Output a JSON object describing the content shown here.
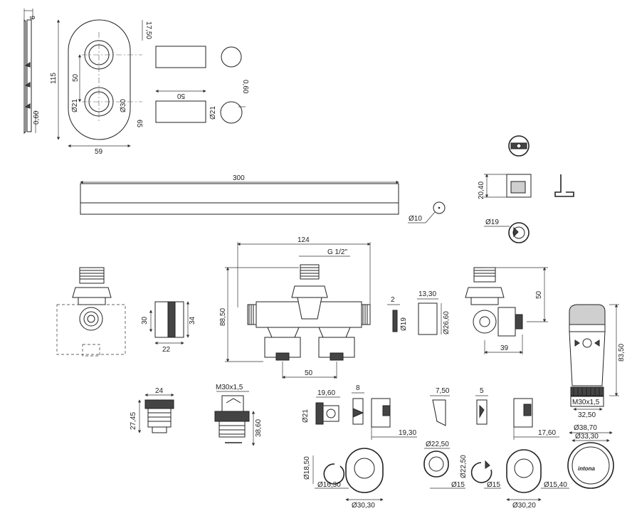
{
  "plate": {
    "dims": {
      "thickness": "9",
      "height": "115",
      "width": "59",
      "width_outer": "65",
      "top_offset": "17,50",
      "spacing": "50",
      "hole_small": "Ø21",
      "hole_large": "Ø30",
      "edge": "0,60"
    }
  },
  "sleeves": {
    "dims": {
      "length": "50",
      "wall": "0,60",
      "diameter": "Ø21"
    }
  },
  "tube": {
    "length": "300"
  },
  "pin": {
    "diameter": "Ø10"
  },
  "clip": {
    "height": "20,40",
    "diameter": "Ø19"
  },
  "valve_front": {
    "dims": {
      "width": "124",
      "thread": "G 1/2\"",
      "height": "88,50",
      "spacing": "50"
    }
  },
  "valve_side_left": {
    "dims": {
      "height_a": "30",
      "height_b": "34",
      "width": "22"
    }
  },
  "rings": {
    "dims": {
      "thickness": "2",
      "diameter": "Ø19",
      "depth": "13,30",
      "outer": "Ø26,60"
    }
  },
  "valve_side_right": {
    "dims": {
      "height": "50",
      "width": "39"
    }
  },
  "thermostat": {
    "dims": {
      "height": "83,50",
      "thread": "M30x1,5",
      "width": "32,50",
      "d_outer": "Ø38,70",
      "d_inner": "Ø33,30"
    },
    "brand": "intona"
  },
  "adapter_left": {
    "dims": {
      "width": "24",
      "height": "27,45"
    }
  },
  "adapter_mid": {
    "dims": {
      "thread": "M30x1,5",
      "height": "38,60"
    }
  },
  "fittings": {
    "dims": {
      "w1": "19,60",
      "w2": "8",
      "d1": "Ø21",
      "len1": "19,30",
      "w3": "7,50",
      "w4": "5",
      "len2": "17,60"
    }
  },
  "caps": {
    "dims": {
      "d_a": "Ø18,50",
      "d_b": "Ø16,30",
      "d_c": "Ø30,30",
      "d_d": "Ø22,50",
      "d_e": "Ø22,50",
      "d_f": "Ø15",
      "d_g": "Ø15",
      "d_h": "Ø15,40",
      "d_i": "Ø30,20"
    }
  }
}
